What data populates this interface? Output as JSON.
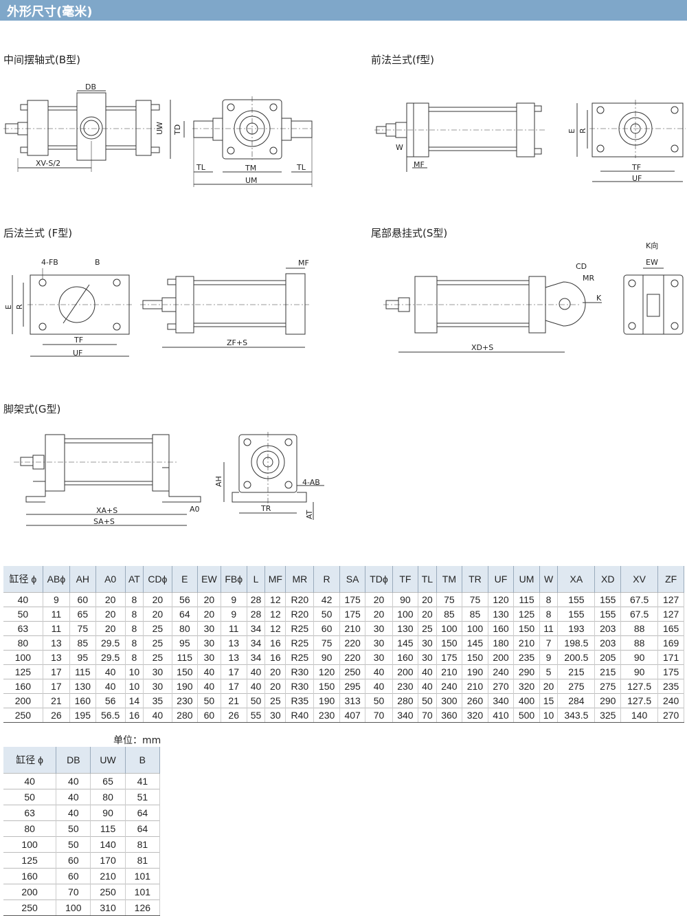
{
  "title": "外形尺寸(毫米)",
  "sections": {
    "b": "中间摆轴式(B型)",
    "f_front": "前法兰式(f型)",
    "f_rear": "后法兰式 (F型)",
    "s": "尾部悬挂式(S型)",
    "g": "脚架式(G型)"
  },
  "labels": {
    "db": "DB",
    "xv": "XV-S/2",
    "uw": "UW",
    "td": "TD",
    "tl": "TL",
    "tm": "TM",
    "um": "UM",
    "w": "W",
    "mf": "MF",
    "e": "E",
    "r": "R",
    "tf": "TF",
    "uf": "UF",
    "fb": "4-FB",
    "b": "B",
    "zf": "ZF+S",
    "cd": "CD",
    "mr": "MR",
    "k": "K",
    "kdir": "K向",
    "ew": "EW",
    "xd": "XD+S",
    "ah": "AH",
    "ab": "4-AB",
    "a0": "A0",
    "at": "AT",
    "tr": "TR",
    "xa": "XA+S",
    "sa": "SA+S"
  },
  "table1": {
    "headers": [
      "缸径 ϕ",
      "ABϕ",
      "AH",
      "A0",
      "AT",
      "CDϕ",
      "E",
      "EW",
      "FBϕ",
      "L",
      "MF",
      "MR",
      "R",
      "SA",
      "TDϕ",
      "TF",
      "TL",
      "TM",
      "TR",
      "UF",
      "UM",
      "W",
      "XA",
      "XD",
      "XV",
      "ZF"
    ],
    "rows": [
      [
        "40",
        "9",
        "60",
        "20",
        "8",
        "20",
        "56",
        "20",
        "9",
        "28",
        "12",
        "R20",
        "42",
        "175",
        "20",
        "90",
        "20",
        "75",
        "75",
        "120",
        "115",
        "8",
        "155",
        "155",
        "67.5",
        "127"
      ],
      [
        "50",
        "11",
        "65",
        "20",
        "8",
        "20",
        "64",
        "20",
        "9",
        "28",
        "12",
        "R20",
        "50",
        "175",
        "20",
        "100",
        "20",
        "85",
        "85",
        "130",
        "125",
        "8",
        "155",
        "155",
        "67.5",
        "127"
      ],
      [
        "63",
        "11",
        "75",
        "20",
        "8",
        "25",
        "80",
        "30",
        "11",
        "34",
        "12",
        "R25",
        "60",
        "210",
        "30",
        "130",
        "25",
        "100",
        "100",
        "160",
        "150",
        "11",
        "193",
        "203",
        "88",
        "165"
      ],
      [
        "80",
        "13",
        "85",
        "29.5",
        "8",
        "25",
        "95",
        "30",
        "13",
        "34",
        "16",
        "R25",
        "75",
        "220",
        "30",
        "145",
        "30",
        "150",
        "145",
        "180",
        "210",
        "7",
        "198.5",
        "203",
        "88",
        "169"
      ],
      [
        "100",
        "13",
        "95",
        "29.5",
        "8",
        "25",
        "115",
        "30",
        "13",
        "34",
        "16",
        "R25",
        "90",
        "220",
        "30",
        "160",
        "30",
        "175",
        "150",
        "200",
        "235",
        "9",
        "200.5",
        "205",
        "90",
        "171"
      ],
      [
        "125",
        "17",
        "115",
        "40",
        "10",
        "30",
        "150",
        "40",
        "17",
        "40",
        "20",
        "R30",
        "120",
        "250",
        "40",
        "200",
        "40",
        "210",
        "190",
        "240",
        "290",
        "5",
        "215",
        "215",
        "90",
        "175"
      ],
      [
        "160",
        "17",
        "130",
        "40",
        "10",
        "30",
        "190",
        "40",
        "17",
        "40",
        "20",
        "R30",
        "150",
        "295",
        "40",
        "230",
        "40",
        "240",
        "210",
        "270",
        "320",
        "20",
        "275",
        "275",
        "127.5",
        "235"
      ],
      [
        "200",
        "21",
        "160",
        "56",
        "14",
        "35",
        "230",
        "50",
        "21",
        "50",
        "25",
        "R35",
        "190",
        "313",
        "50",
        "280",
        "50",
        "300",
        "260",
        "340",
        "400",
        "15",
        "284",
        "290",
        "127.5",
        "240"
      ],
      [
        "250",
        "26",
        "195",
        "56.5",
        "16",
        "40",
        "280",
        "60",
        "26",
        "55",
        "30",
        "R40",
        "230",
        "407",
        "70",
        "340",
        "70",
        "360",
        "320",
        "410",
        "500",
        "10",
        "343.5",
        "325",
        "140",
        "270"
      ]
    ]
  },
  "unit": "单位：mm",
  "table2": {
    "headers": [
      "缸径 ϕ",
      "DB",
      "UW",
      "B"
    ],
    "rows": [
      [
        "40",
        "40",
        "65",
        "41"
      ],
      [
        "50",
        "40",
        "80",
        "51"
      ],
      [
        "63",
        "40",
        "90",
        "64"
      ],
      [
        "80",
        "50",
        "115",
        "64"
      ],
      [
        "100",
        "50",
        "140",
        "81"
      ],
      [
        "125",
        "60",
        "170",
        "81"
      ],
      [
        "160",
        "60",
        "210",
        "101"
      ],
      [
        "200",
        "70",
        "250",
        "101"
      ],
      [
        "250",
        "100",
        "310",
        "126"
      ]
    ]
  }
}
